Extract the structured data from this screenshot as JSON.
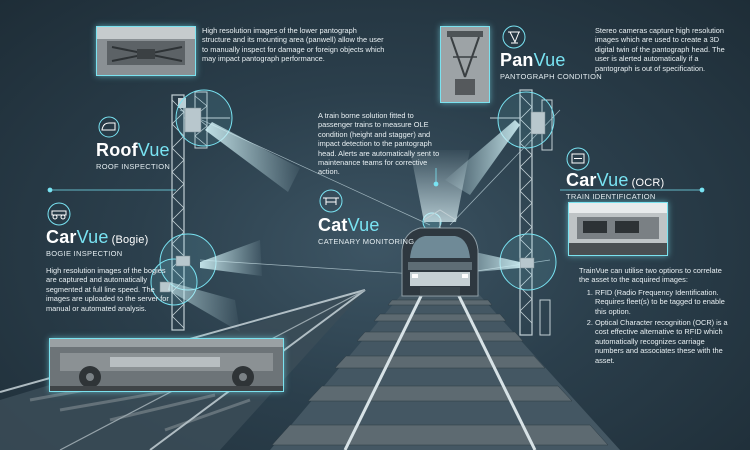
{
  "texts": {
    "pantograph_images": "High resolution images of the lower pantograph structure and its mounting area (panwell) allow the user to manually inspect for damage or foreign objects which may impact pantograph performance.",
    "catvue_desc": "A train borne solution fitted to passenger trains to measure OLE condition (height and stagger) and impact detection to the pantograph head. Alerts are automatically sent to maintenance teams for corrective action.",
    "panvue_desc": "Stereo cameras capture high resolution images which are used to create a 3D digital twin of the pantograph head. The user is alerted automatically if a pantograph is out of specification.",
    "bogie_desc": "High resolution images of the bogies are captured and automatically segmented at full line speed. The images are uploaded to the server for manual or automated analysis.",
    "trainvue_intro": "TrainVue can utilise two options to correlate the asset to the acquired images:",
    "trainvue_options": [
      "RFID (Radio Frequency Identification.  Requires fleet(s) to be tagged to enable this option.",
      "Optical Character recognition (OCR) is a cost effective alternative to RFID which automatically recognizes carriage numbers and associates these with the asset."
    ]
  },
  "products": {
    "roofvue": {
      "name_a": "Roof",
      "name_b": "Vue",
      "subtitle": "ROOF INSPECTION"
    },
    "catvue": {
      "name_a": "Cat",
      "name_b": "Vue",
      "subtitle": "CATENARY MONITORING"
    },
    "panvue": {
      "name_a": "Pan",
      "name_b": "Vue",
      "subtitle": "PANTOGRAPH CONDITION"
    },
    "carvue_bogie": {
      "name_a": "Car",
      "name_b": "Vue",
      "suffix": "(Bogie)",
      "subtitle": "BOGIE INSPECTION"
    },
    "carvue_ocr": {
      "name_a": "Car",
      "name_b": "Vue",
      "suffix": "(OCR)",
      "subtitle": "TRAIN IDENTIFICATION"
    }
  },
  "colors": {
    "accent": "#79e3f2",
    "background": "#2b3f4c",
    "text": "#e6eef2"
  },
  "icons": [
    "roof-train-icon",
    "catenary-icon",
    "pantograph-icon",
    "bogie-icon",
    "ocr-scan-icon"
  ]
}
